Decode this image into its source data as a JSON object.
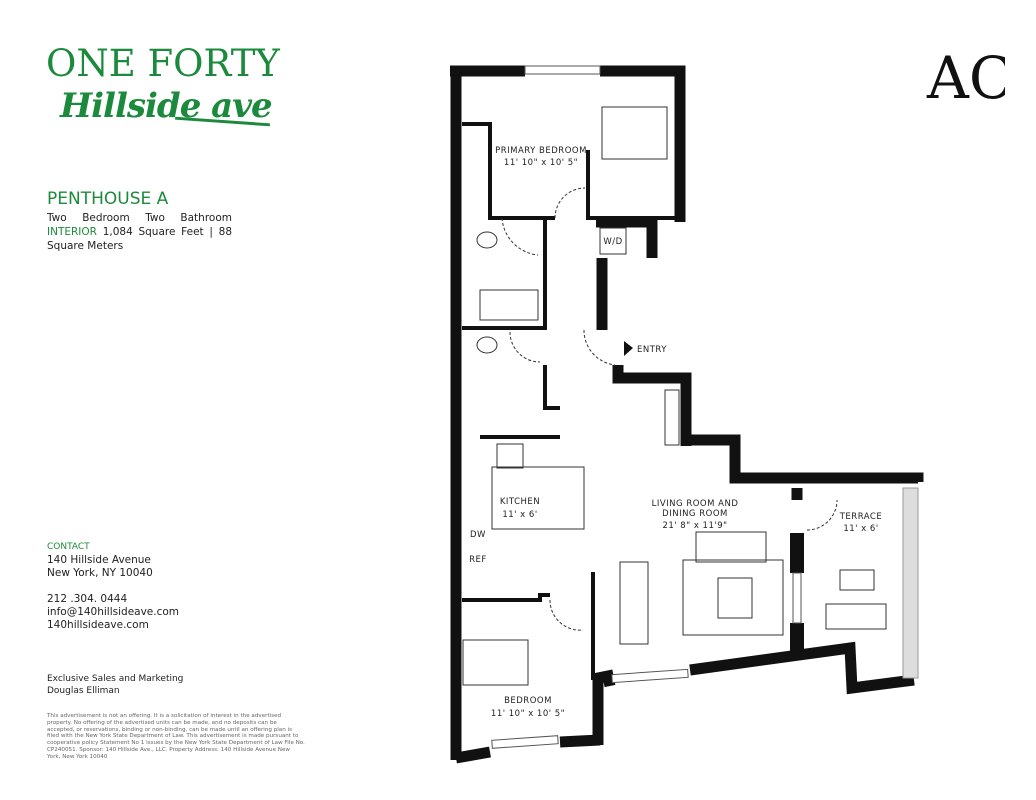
{
  "brand": {
    "title": "ONE FORTY",
    "script": "Hillside ave",
    "monogram": "AC",
    "color": "#1c8a3c"
  },
  "unit": {
    "name": "PENTHOUSE A",
    "bed_bath": [
      "Two",
      "Bedroom",
      "Two",
      "Bathroom"
    ],
    "interior_label": "INTERIOR",
    "area_line": "1,084 Square Feet | 88",
    "area_line2": "Square Meters"
  },
  "contact": {
    "label": "CONTACT",
    "address1": "140 Hillside Avenue",
    "address2": "New York, NY 10040",
    "phone": "212 .304. 0444",
    "email": "info@140hillsideave.com",
    "website": "140hillsideave.com"
  },
  "sales": {
    "line1": "Exclusive Sales and Marketing",
    "line2": "Douglas Elliman"
  },
  "disclaimer": "This advertisement is not an offering. It is a solicitation of interest in the advertised property. No offering of the advertised units can be made, and no deposits can be accepted, or reservations, binding or non-binding, can be made until an offering plan is filed with the New York State Department of Law. This advertisement is made pursuant to cooperative policy Statement No 1 issues by the New York State Department of Law File No. CP240051. Sponsor: 140 Hillside Ave., LLC. Property Address: 140 Hillside Avenue New York, New York 10040",
  "rooms": {
    "primary_bedroom": {
      "name": "PRIMARY BEDROOM",
      "size": "11' 10\" x 10' 5\""
    },
    "kitchen": {
      "name": "KITCHEN",
      "size": "11' x 6'"
    },
    "living": {
      "name1": "LIVING ROOM AND",
      "name2": "DINING ROOM",
      "size": "21' 8\" x 11'9\""
    },
    "terrace": {
      "name": "TERRACE",
      "size": "11' x 6'"
    },
    "bedroom": {
      "name": "BEDROOM",
      "size": "11' 10\" x 10' 5\""
    },
    "wd": "W/D",
    "dw": "DW",
    "ref": "REF",
    "entry": "ENTRY"
  }
}
